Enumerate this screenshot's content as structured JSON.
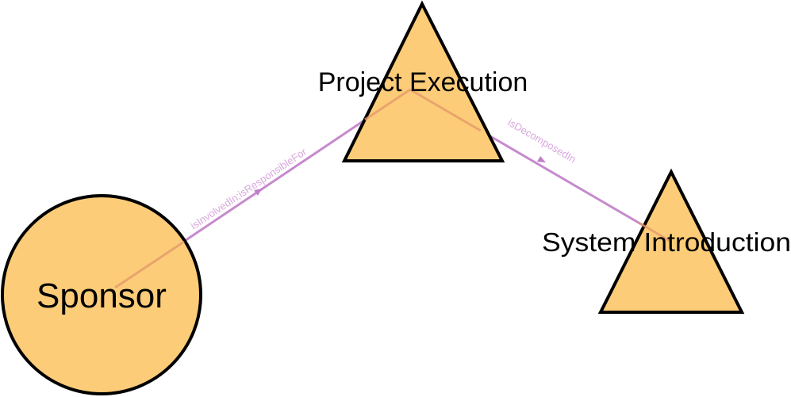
{
  "nodes": [
    {
      "id": "sponsor",
      "label": "Sponsor",
      "shape": "circle"
    },
    {
      "id": "project-execution",
      "label": "Project Execution",
      "shape": "triangle"
    },
    {
      "id": "system-introduction",
      "label": "System Introduction",
      "shape": "triangle"
    }
  ],
  "edges": [
    {
      "id": "edge-sponsor-project",
      "source": "sponsor",
      "target": "project-execution",
      "label": "isInvolvedIn;isResponsibleFor"
    },
    {
      "id": "edge-project-system",
      "source": "project-execution",
      "target": "system-introduction",
      "label": "isDecomposedIn"
    }
  ],
  "colors": {
    "node_fill": "#fdcc79",
    "node_stroke": "#000000",
    "edge": "#c07dc8",
    "edge_label": "#d9a8de"
  }
}
